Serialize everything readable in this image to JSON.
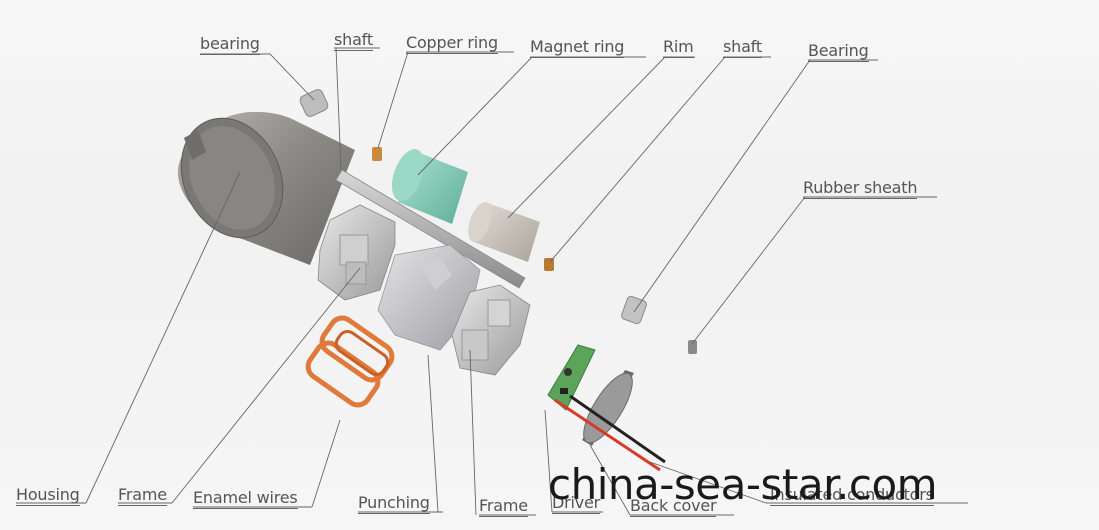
{
  "labels": {
    "bearing_top": "bearing",
    "shaft_top": "shaft",
    "copper_ring": "Copper ring",
    "magnet_ring": "Magnet ring",
    "rim": "Rim",
    "shaft_right": "shaft",
    "bearing_right": "Bearing",
    "rubber_sheath": "Rubber sheath",
    "housing": "Housing",
    "frame_left": "Frame",
    "enamel_wires": "Enamel wires",
    "punching": "Punching",
    "frame_right": "Frame",
    "driver": "Driver",
    "back_cover": "Back cover",
    "insulated_conductors": "Insulated conductors"
  },
  "watermark": "china-sea-star.com",
  "colors": {
    "housing": "#8f8d8a",
    "magnet_ring": "#7fc9b4",
    "rim": "#c8c3bb",
    "copper": "#c98a3e",
    "coil": "#e07a3a",
    "pcb": "#5aa55a",
    "leader": "#666666"
  }
}
